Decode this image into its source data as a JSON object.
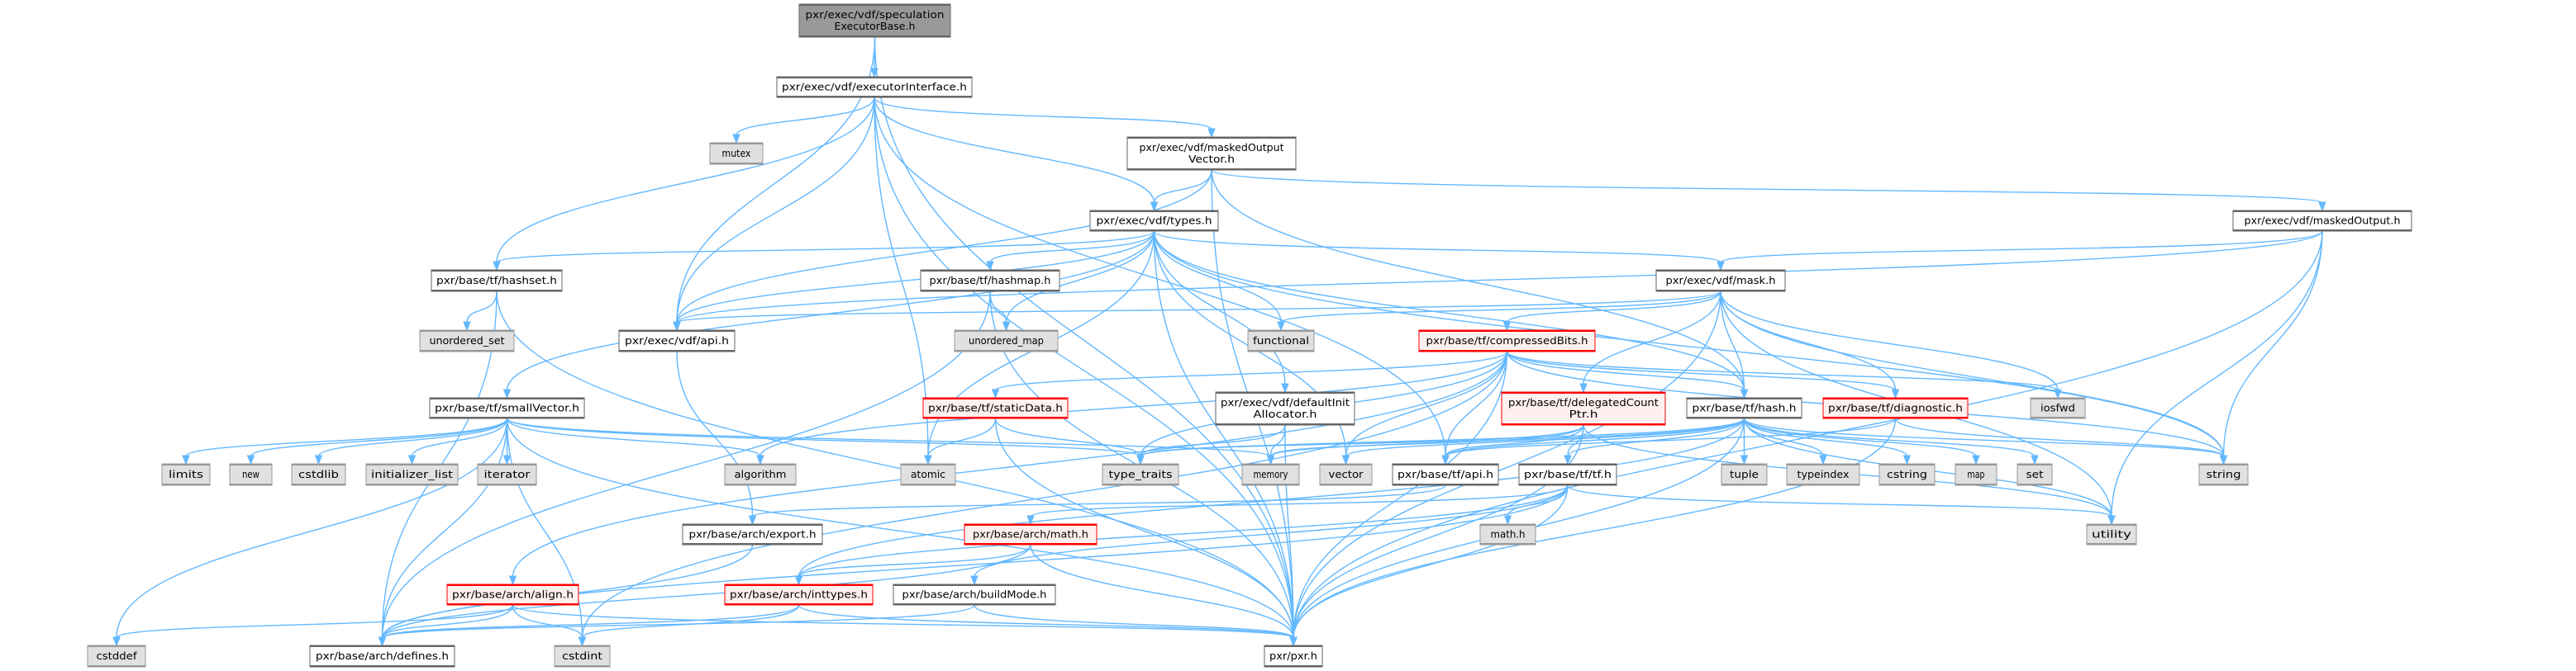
{
  "title": "Include dependency graph for pxr/exec/vdf/speculationExecutorBase.h",
  "colors": {
    "edge": "#63b8ff",
    "root_fill": "#999999",
    "normal_fill": "#ffffff",
    "external_fill": "#e0e0e0",
    "truncated_fill": "#fff0f0",
    "truncated_stroke": "#ff0000"
  },
  "nodes": [
    {
      "id": "spec",
      "kind": "root",
      "lines": [
        "pxr/exec/vdf/speculation",
        "ExecutorBase.h"
      ]
    },
    {
      "id": "execIface",
      "kind": "normal",
      "lines": [
        "pxr/exec/vdf/executorInterface.h"
      ]
    },
    {
      "id": "mutex",
      "kind": "external",
      "lines": [
        "mutex"
      ]
    },
    {
      "id": "mov",
      "kind": "normal",
      "lines": [
        "pxr/exec/vdf/maskedOutput",
        "Vector.h"
      ]
    },
    {
      "id": "types",
      "kind": "normal",
      "lines": [
        "pxr/exec/vdf/types.h"
      ]
    },
    {
      "id": "maskedOutput",
      "kind": "normal",
      "lines": [
        "pxr/exec/vdf/maskedOutput.h"
      ]
    },
    {
      "id": "hashset",
      "kind": "normal",
      "lines": [
        "pxr/base/tf/hashset.h"
      ]
    },
    {
      "id": "hashmap",
      "kind": "normal",
      "lines": [
        "pxr/base/tf/hashmap.h"
      ]
    },
    {
      "id": "mask",
      "kind": "normal",
      "lines": [
        "pxr/exec/vdf/mask.h"
      ]
    },
    {
      "id": "unordered_set",
      "kind": "external",
      "lines": [
        "unordered_set"
      ]
    },
    {
      "id": "vdfapi",
      "kind": "normal",
      "lines": [
        "pxr/exec/vdf/api.h"
      ]
    },
    {
      "id": "unordered_map",
      "kind": "external",
      "lines": [
        "unordered_map"
      ]
    },
    {
      "id": "functional",
      "kind": "external",
      "lines": [
        "functional"
      ]
    },
    {
      "id": "compressedBits",
      "kind": "truncated",
      "lines": [
        "pxr/base/tf/compressedBits.h"
      ]
    },
    {
      "id": "smallVector",
      "kind": "normal",
      "lines": [
        "pxr/base/tf/smallVector.h"
      ]
    },
    {
      "id": "staticData",
      "kind": "truncated",
      "lines": [
        "pxr/base/tf/staticData.h"
      ]
    },
    {
      "id": "defaultInit",
      "kind": "normal",
      "lines": [
        "pxr/exec/vdf/defaultInit",
        "Allocator.h"
      ]
    },
    {
      "id": "delegated",
      "kind": "truncated",
      "lines": [
        "pxr/base/tf/delegatedCount",
        "Ptr.h"
      ]
    },
    {
      "id": "hash",
      "kind": "normal",
      "lines": [
        "pxr/base/tf/hash.h"
      ]
    },
    {
      "id": "diagnostic",
      "kind": "truncated",
      "lines": [
        "pxr/base/tf/diagnostic.h"
      ]
    },
    {
      "id": "iosfwd",
      "kind": "external",
      "lines": [
        "iosfwd"
      ]
    },
    {
      "id": "limits",
      "kind": "external",
      "lines": [
        "limits"
      ]
    },
    {
      "id": "new",
      "kind": "external",
      "lines": [
        "new"
      ]
    },
    {
      "id": "cstdlib",
      "kind": "external",
      "lines": [
        "cstdlib"
      ]
    },
    {
      "id": "initializer_list",
      "kind": "external",
      "lines": [
        "initializer_list"
      ]
    },
    {
      "id": "iterator",
      "kind": "external",
      "lines": [
        "iterator"
      ]
    },
    {
      "id": "algorithm",
      "kind": "external",
      "lines": [
        "algorithm"
      ]
    },
    {
      "id": "atomic",
      "kind": "external",
      "lines": [
        "atomic"
      ]
    },
    {
      "id": "type_traits",
      "kind": "external",
      "lines": [
        "type_traits"
      ]
    },
    {
      "id": "memory",
      "kind": "external",
      "lines": [
        "memory"
      ]
    },
    {
      "id": "vector",
      "kind": "external",
      "lines": [
        "vector"
      ]
    },
    {
      "id": "tfapi",
      "kind": "normal",
      "lines": [
        "pxr/base/tf/api.h"
      ]
    },
    {
      "id": "tf",
      "kind": "normal",
      "lines": [
        "pxr/base/tf/tf.h"
      ]
    },
    {
      "id": "tuple",
      "kind": "external",
      "lines": [
        "tuple"
      ]
    },
    {
      "id": "typeindex",
      "kind": "external",
      "lines": [
        "typeindex"
      ]
    },
    {
      "id": "cstring",
      "kind": "external",
      "lines": [
        "cstring"
      ]
    },
    {
      "id": "map",
      "kind": "external",
      "lines": [
        "map"
      ]
    },
    {
      "id": "set",
      "kind": "external",
      "lines": [
        "set"
      ]
    },
    {
      "id": "string",
      "kind": "external",
      "lines": [
        "string"
      ]
    },
    {
      "id": "export",
      "kind": "normal",
      "lines": [
        "pxr/base/arch/export.h"
      ]
    },
    {
      "id": "archmath",
      "kind": "truncated",
      "lines": [
        "pxr/base/arch/math.h"
      ]
    },
    {
      "id": "mathh",
      "kind": "external",
      "lines": [
        "math.h"
      ]
    },
    {
      "id": "utility",
      "kind": "external",
      "lines": [
        "utility"
      ]
    },
    {
      "id": "align",
      "kind": "truncated",
      "lines": [
        "pxr/base/arch/align.h"
      ]
    },
    {
      "id": "inttypes",
      "kind": "truncated",
      "lines": [
        "pxr/base/arch/inttypes.h"
      ]
    },
    {
      "id": "buildMode",
      "kind": "normal",
      "lines": [
        "pxr/base/arch/buildMode.h"
      ]
    },
    {
      "id": "cstddef",
      "kind": "external",
      "lines": [
        "cstddef"
      ]
    },
    {
      "id": "defines",
      "kind": "normal",
      "lines": [
        "pxr/base/arch/defines.h"
      ]
    },
    {
      "id": "cstdint",
      "kind": "external",
      "lines": [
        "cstdint"
      ]
    },
    {
      "id": "pxr",
      "kind": "normal",
      "lines": [
        "pxr/pxr.h"
      ]
    }
  ],
  "edges": [
    [
      "spec",
      "execIface"
    ],
    [
      "spec",
      "vdfapi"
    ],
    [
      "spec",
      "pxr"
    ],
    [
      "execIface",
      "hashset"
    ],
    [
      "execIface",
      "vdfapi"
    ],
    [
      "execIface",
      "mutex"
    ],
    [
      "execIface",
      "atomic"
    ],
    [
      "execIface",
      "types"
    ],
    [
      "execIface",
      "mov"
    ],
    [
      "execIface",
      "tfapi"
    ],
    [
      "execIface",
      "pxr"
    ],
    [
      "mov",
      "vdfapi"
    ],
    [
      "mov",
      "types"
    ],
    [
      "mov",
      "maskedOutput"
    ],
    [
      "mov",
      "hash"
    ],
    [
      "mov",
      "pxr"
    ],
    [
      "maskedOutput",
      "mask"
    ],
    [
      "maskedOutput",
      "vdfapi"
    ],
    [
      "maskedOutput",
      "string"
    ],
    [
      "maskedOutput",
      "utility"
    ],
    [
      "maskedOutput",
      "pxr"
    ],
    [
      "types",
      "hashset"
    ],
    [
      "types",
      "hashmap"
    ],
    [
      "types",
      "vdfapi"
    ],
    [
      "types",
      "smallVector"
    ],
    [
      "types",
      "mask"
    ],
    [
      "types",
      "functional"
    ],
    [
      "types",
      "unordered_map"
    ],
    [
      "types",
      "atomic"
    ],
    [
      "types",
      "vector"
    ],
    [
      "types",
      "defaultInit"
    ],
    [
      "types",
      "hash"
    ],
    [
      "types",
      "string"
    ],
    [
      "types",
      "pxr"
    ],
    [
      "hashset",
      "unordered_set"
    ],
    [
      "hashset",
      "defines"
    ],
    [
      "hashset",
      "pxr"
    ],
    [
      "hashmap",
      "unordered_map"
    ],
    [
      "hashmap",
      "defines"
    ],
    [
      "hashmap",
      "pxr"
    ],
    [
      "vdfapi",
      "export"
    ],
    [
      "mask",
      "vdfapi"
    ],
    [
      "mask",
      "compressedBits"
    ],
    [
      "mask",
      "delegated"
    ],
    [
      "mask",
      "diagnostic"
    ],
    [
      "mask",
      "hash"
    ],
    [
      "mask",
      "iosfwd"
    ],
    [
      "mask",
      "string"
    ],
    [
      "mask",
      "utility"
    ],
    [
      "mask",
      "functional"
    ],
    [
      "mask",
      "pxr"
    ],
    [
      "compressedBits",
      "staticData"
    ],
    [
      "compressedBits",
      "hash"
    ],
    [
      "compressedBits",
      "tfapi"
    ],
    [
      "compressedBits",
      "diagnostic"
    ],
    [
      "compressedBits",
      "iosfwd"
    ],
    [
      "compressedBits",
      "string"
    ],
    [
      "compressedBits",
      "type_traits"
    ],
    [
      "compressedBits",
      "vector"
    ],
    [
      "compressedBits",
      "algorithm"
    ],
    [
      "compressedBits",
      "cstdint"
    ],
    [
      "compressedBits",
      "align"
    ],
    [
      "compressedBits",
      "pxr"
    ],
    [
      "smallVector",
      "limits"
    ],
    [
      "smallVector",
      "new"
    ],
    [
      "smallVector",
      "cstdlib"
    ],
    [
      "smallVector",
      "initializer_list"
    ],
    [
      "smallVector",
      "iterator"
    ],
    [
      "smallVector",
      "algorithm"
    ],
    [
      "smallVector",
      "type_traits"
    ],
    [
      "smallVector",
      "memory"
    ],
    [
      "smallVector",
      "cstddef"
    ],
    [
      "smallVector",
      "defines"
    ],
    [
      "smallVector",
      "cstdint"
    ],
    [
      "smallVector",
      "pxr"
    ],
    [
      "staticData",
      "atomic"
    ],
    [
      "staticData",
      "type_traits"
    ],
    [
      "staticData",
      "pxr"
    ],
    [
      "defaultInit",
      "type_traits"
    ],
    [
      "defaultInit",
      "memory"
    ],
    [
      "defaultInit",
      "pxr"
    ],
    [
      "delegated",
      "tfapi"
    ],
    [
      "delegated",
      "tf"
    ],
    [
      "delegated",
      "type_traits"
    ],
    [
      "delegated",
      "memory"
    ],
    [
      "delegated",
      "utility"
    ],
    [
      "delegated",
      "pxr"
    ],
    [
      "hash",
      "tfapi"
    ],
    [
      "hash",
      "tf"
    ],
    [
      "hash",
      "tuple"
    ],
    [
      "hash",
      "typeindex"
    ],
    [
      "hash",
      "cstring"
    ],
    [
      "hash",
      "map"
    ],
    [
      "hash",
      "set"
    ],
    [
      "hash",
      "string"
    ],
    [
      "hash",
      "utility"
    ],
    [
      "hash",
      "vector"
    ],
    [
      "hash",
      "memory"
    ],
    [
      "hash",
      "type_traits"
    ],
    [
      "hash",
      "inttypes"
    ],
    [
      "hash",
      "pxr"
    ],
    [
      "diagnostic",
      "string"
    ],
    [
      "diagnostic",
      "tfapi"
    ],
    [
      "diagnostic",
      "pxr"
    ],
    [
      "tfapi",
      "export"
    ],
    [
      "tf",
      "mathh"
    ],
    [
      "tf",
      "utility"
    ],
    [
      "tf",
      "archmath"
    ],
    [
      "tf",
      "inttypes"
    ],
    [
      "tf",
      "buildMode"
    ],
    [
      "tf",
      "defines"
    ],
    [
      "tf",
      "pxr"
    ],
    [
      "export",
      "defines"
    ],
    [
      "archmath",
      "inttypes"
    ],
    [
      "archmath",
      "defines"
    ],
    [
      "archmath",
      "pxr"
    ],
    [
      "align",
      "cstddef"
    ],
    [
      "align",
      "cstdint"
    ],
    [
      "align",
      "defines"
    ],
    [
      "align",
      "pxr"
    ],
    [
      "inttypes",
      "defines"
    ],
    [
      "inttypes",
      "cstdint"
    ],
    [
      "inttypes",
      "pxr"
    ],
    [
      "buildMode",
      "defines"
    ],
    [
      "buildMode",
      "pxr"
    ]
  ]
}
